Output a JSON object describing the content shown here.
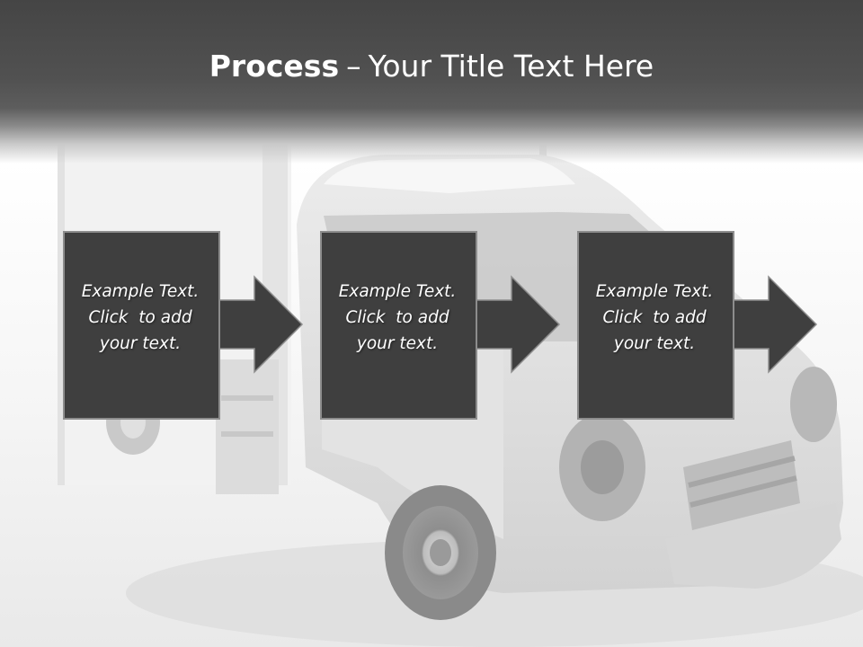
{
  "title": {
    "strong": "Process",
    "dash": "–",
    "rest": "Your Title Text Here"
  },
  "steps": [
    {
      "lines": [
        "Example Text.",
        "Click  to add",
        "your text."
      ]
    },
    {
      "lines": [
        "Example Text.",
        "Click  to add",
        "your text."
      ]
    },
    {
      "lines": [
        "Example Text.",
        "Click  to add",
        "your text."
      ]
    }
  ],
  "colors": {
    "title_band": "#4a4a4a",
    "box_fill": "#3f3f3f",
    "box_outline": "#8d8d8d",
    "text": "#ffffff"
  },
  "icons": {
    "step_connector": "right-arrow-icon"
  }
}
